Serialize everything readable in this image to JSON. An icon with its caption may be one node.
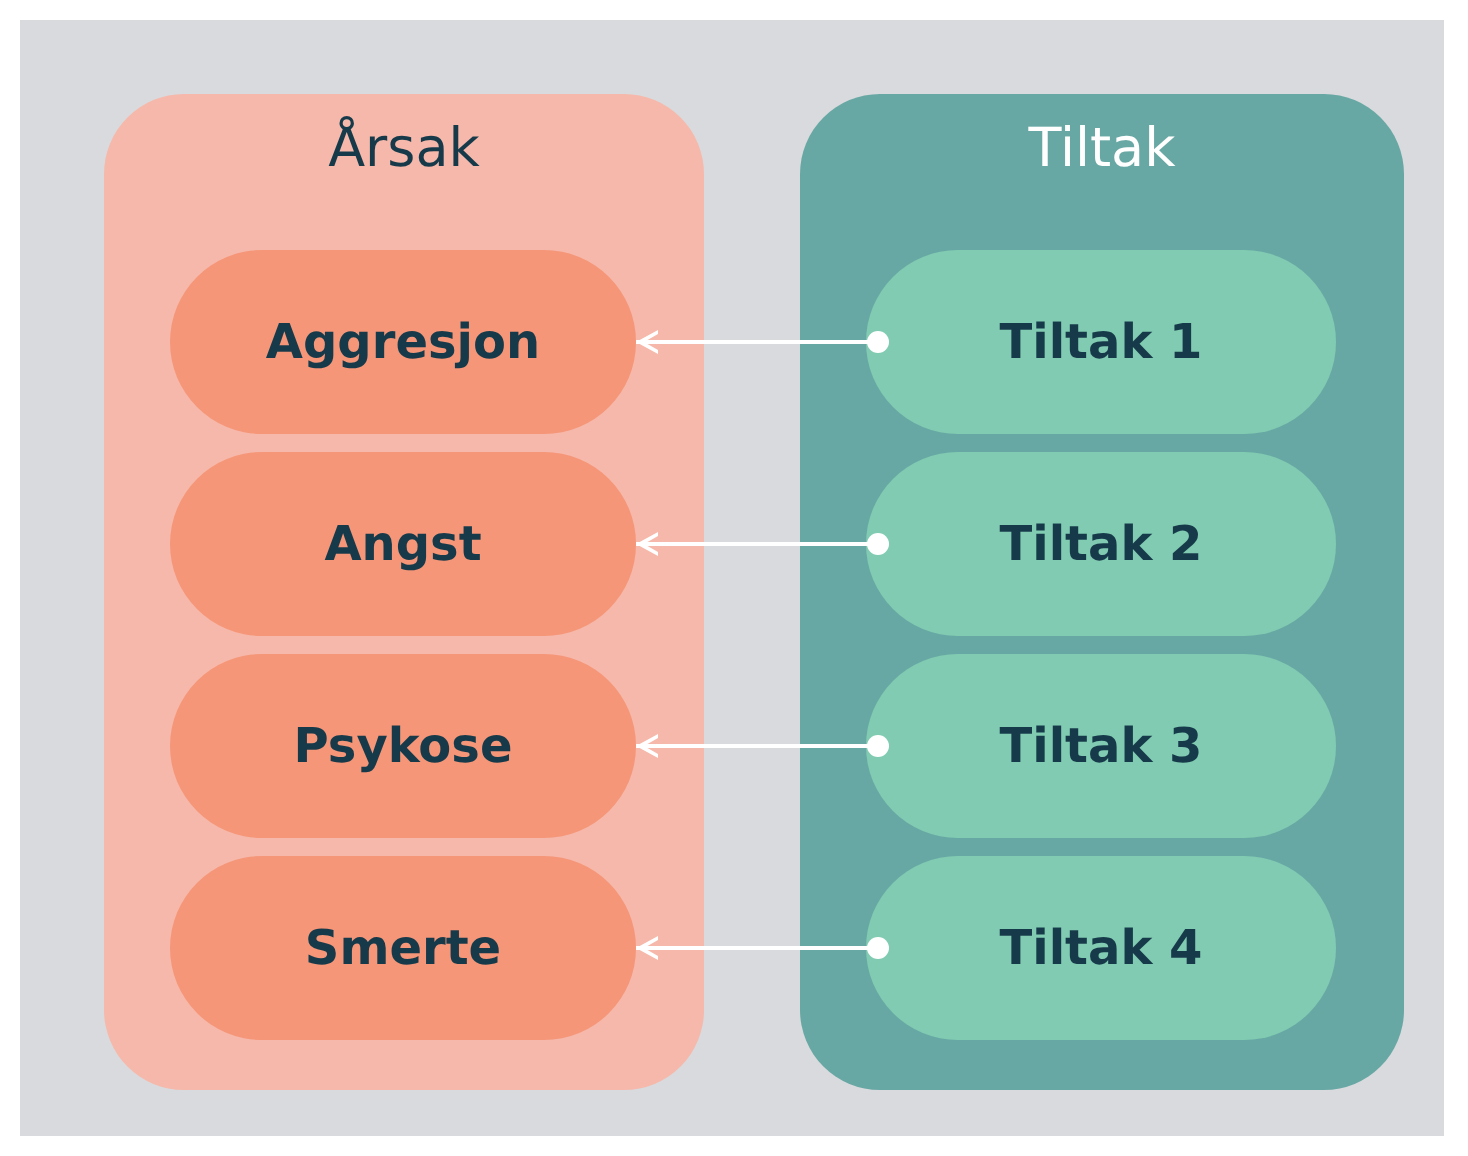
{
  "diagram": {
    "nodes": [
      {
        "text": [
          "Årsak"
        ]
      },
      {
        "text": [
          "Aggresjon"
        ],
        "in": 0
      },
      {
        "text": [
          "Angst"
        ],
        "in": 0
      },
      {
        "text": [
          "Psykose"
        ],
        "in": 0
      },
      {
        "text": [
          "Smerte"
        ],
        "in": 0
      },
      {
        "text": [
          "Tiltak"
        ]
      },
      {
        "text": [
          "Tiltak 1"
        ],
        "in": 5
      },
      {
        "text": [
          "Tiltak 2"
        ],
        "in": 5
      },
      {
        "text": [
          "Tiltak 3"
        ],
        "in": 5
      },
      {
        "text": [
          "Tiltak 4"
        ],
        "in": 5
      }
    ],
    "edges": [
      {
        "from": 6,
        "to": 1,
        "arrow": "to"
      },
      {
        "from": 7,
        "to": 2,
        "arrow": "to"
      },
      {
        "from": 8,
        "to": 3,
        "arrow": "to"
      },
      {
        "from": 9,
        "to": 4,
        "arrow": "to"
      }
    ]
  }
}
